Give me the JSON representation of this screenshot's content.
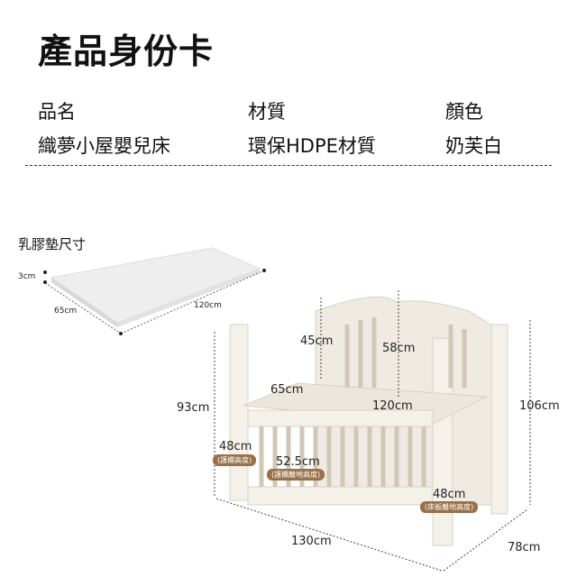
{
  "title": "產品身份卡",
  "specs": [
    {
      "label": "品名",
      "value": "織夢小屋嬰兒床"
    },
    {
      "label": "材質",
      "value": "環保HDPE材質"
    },
    {
      "label": "顏色",
      "value": "奶芙白"
    }
  ],
  "mattress": {
    "title": "乳膠墊尺寸",
    "thickness": "3cm",
    "width": "65cm",
    "length": "120cm"
  },
  "crib": {
    "rail_height_inner": "45cm",
    "headboard": "58cm",
    "inner_width": "65cm",
    "inner_length": "120cm",
    "total_height": "93cm",
    "max_height": "106cm",
    "rail_height": "48cm",
    "rail_height_label": "(護欄高度)",
    "rail_ground": "52.5cm",
    "rail_ground_label": "(護欄離地高度)",
    "bed_ground": "48cm",
    "bed_ground_label": "(床板離地高度)",
    "length": "130cm",
    "depth": "78cm"
  },
  "colors": {
    "tag": "#9a7048",
    "crib": "#f4f1ea"
  }
}
